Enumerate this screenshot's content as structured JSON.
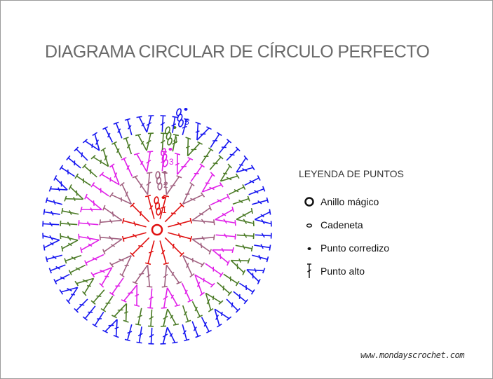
{
  "title": "DIAGRAMA CIRCULAR DE CÍRCULO PERFECTO",
  "diagram": {
    "rounds": [
      {
        "label": "1",
        "stitches": 12,
        "color": "#e01010"
      },
      {
        "label": "2",
        "stitches": 24,
        "color": "#a0607f"
      },
      {
        "label": "3",
        "stitches": 36,
        "color": "#e020e8"
      },
      {
        "label": "4",
        "stitches": 48,
        "color": "#4a7a25"
      },
      {
        "label": "5",
        "stitches": 60,
        "color": "#1515f0"
      }
    ],
    "center_color": "#e01010"
  },
  "legend": {
    "title": "LEYENDA DE PUNTOS",
    "items": [
      {
        "label": "Anillo mágico",
        "icon": "magic-ring-icon"
      },
      {
        "label": "Cadeneta",
        "icon": "chain-icon"
      },
      {
        "label": "Punto corredizo",
        "icon": "slip-stitch-icon"
      },
      {
        "label": "Punto alto",
        "icon": "double-crochet-icon"
      }
    ]
  },
  "watermark": "www.mondayscrochet.com"
}
